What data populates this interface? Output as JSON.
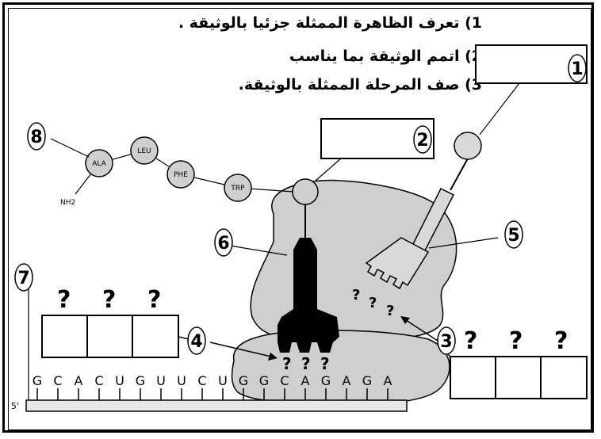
{
  "questions": [
    "1) تعرف الظاهرة الممثلة جزئيا بالوثيقة .",
    "2) اتمم الوثيقة بما يناسب",
    "3) صف المرحلة الممثلة بالوثيقة."
  ],
  "callouts": [
    "1",
    "2",
    "3",
    "4",
    "5",
    "6",
    "7",
    "8"
  ],
  "amino_acids": [
    "ALA",
    "LEU",
    "PHE",
    "TRP"
  ],
  "nh2_label": "NH2",
  "mrna_bases": [
    "G",
    "C",
    "A",
    "C",
    "U",
    "G",
    "U",
    "U",
    "C",
    "U",
    "G",
    "G",
    "C",
    "A",
    "G",
    "A",
    "G",
    "A"
  ],
  "mrna_end": "5'",
  "question_mark": "?",
  "colors": {
    "ribosome": "#cfcfcf",
    "ink": "#000000",
    "paper": "#ffffff"
  }
}
